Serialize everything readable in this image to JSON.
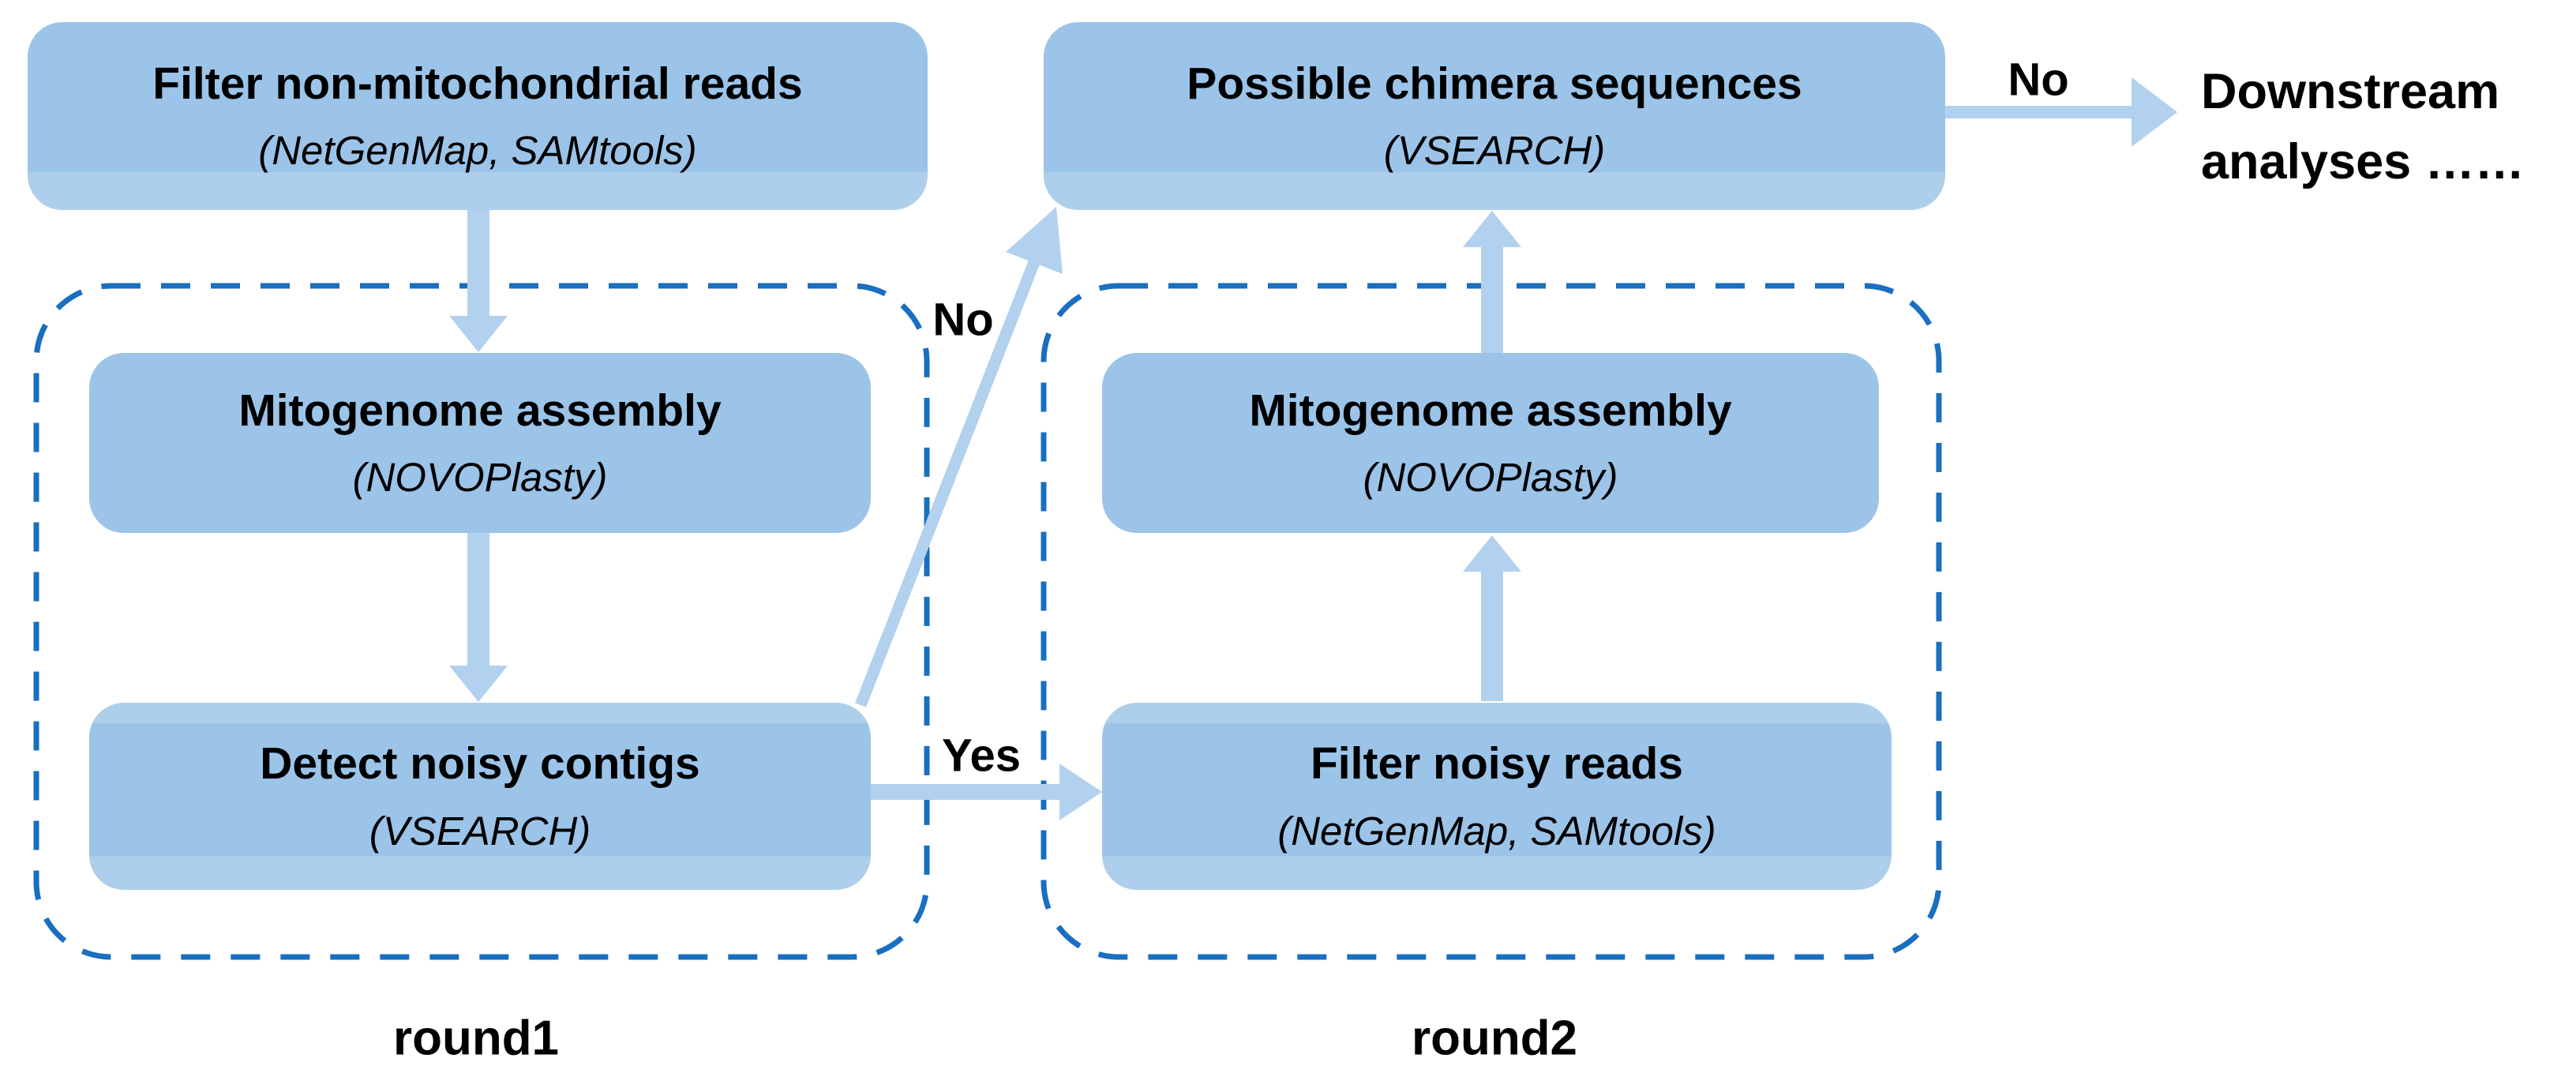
{
  "diagram": {
    "type": "flowchart",
    "nodes": [
      {
        "id": "filter-nonmito-reads",
        "title": "Filter non-mitochondrial reads",
        "tool": "(NetGenMap, SAMtools)"
      },
      {
        "id": "possible-chimera",
        "title": "Possible chimera sequences",
        "tool": "(VSEARCH)"
      },
      {
        "id": "mitogenome-assembly-1",
        "title": "Mitogenome assembly",
        "tool": "(NOVOPlasty)"
      },
      {
        "id": "detect-noisy-contigs",
        "title": "Detect noisy contigs",
        "tool": "(VSEARCH)"
      },
      {
        "id": "mitogenome-assembly-2",
        "title": "Mitogenome assembly",
        "tool": "(NOVOPlasty)"
      },
      {
        "id": "filter-noisy-reads",
        "title": "Filter noisy reads",
        "tool": "(NetGenMap, SAMtools)"
      }
    ],
    "labels": {
      "no_branch": "No",
      "yes_branch": "Yes",
      "no_exit": "No",
      "round1": "round1",
      "round2": "round2",
      "downstream_line1": "Downstream",
      "downstream_line2": "analyses ……"
    },
    "colors": {
      "box_fill": "#9cc4e9",
      "box_band": "#aecfeb",
      "arrow": "#b2d1ee",
      "dash": "#1a6fc0",
      "text": "#000000"
    }
  }
}
